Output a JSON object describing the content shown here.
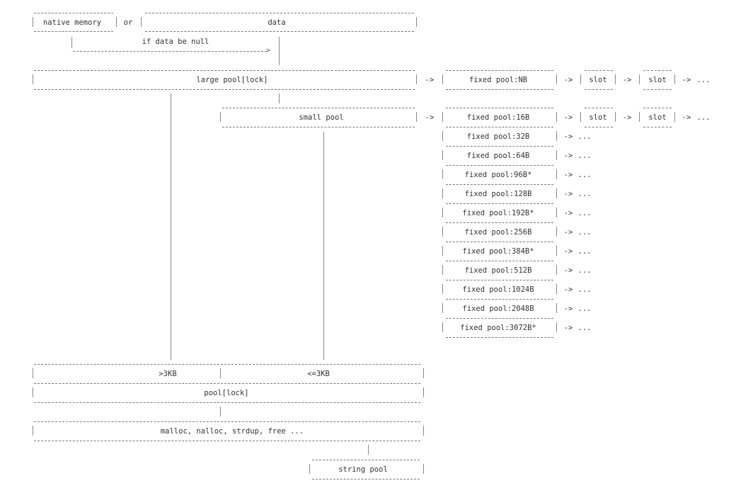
{
  "top": {
    "native_memory": "native memory",
    "or": "or",
    "data": "data",
    "note": "if data be null"
  },
  "large_pool": "large pool[lock]",
  "small_pool": "small pool",
  "arrow": "->",
  "ellipsis": "...",
  "slot": "slot",
  "fixed_nb": "fixed pool:NB",
  "fixed_small": [
    "fixed pool:16B",
    "fixed pool:32B",
    "fixed pool:64B",
    "fixed pool:96B*",
    "fixed pool:128B",
    "fixed pool:192B*",
    "fixed pool:256B",
    "fixed pool:384B*",
    "fixed pool:512B",
    "fixed pool:1024B",
    "fixed pool:2048B",
    "fixed pool:3072B*"
  ],
  "bottom": {
    "gt3kb": ">3KB",
    "le3kb": "<=3KB",
    "pool_lock": "pool[lock]",
    "malloc": "malloc, nalloc, strdup, free ...",
    "string_pool": "string pool"
  }
}
